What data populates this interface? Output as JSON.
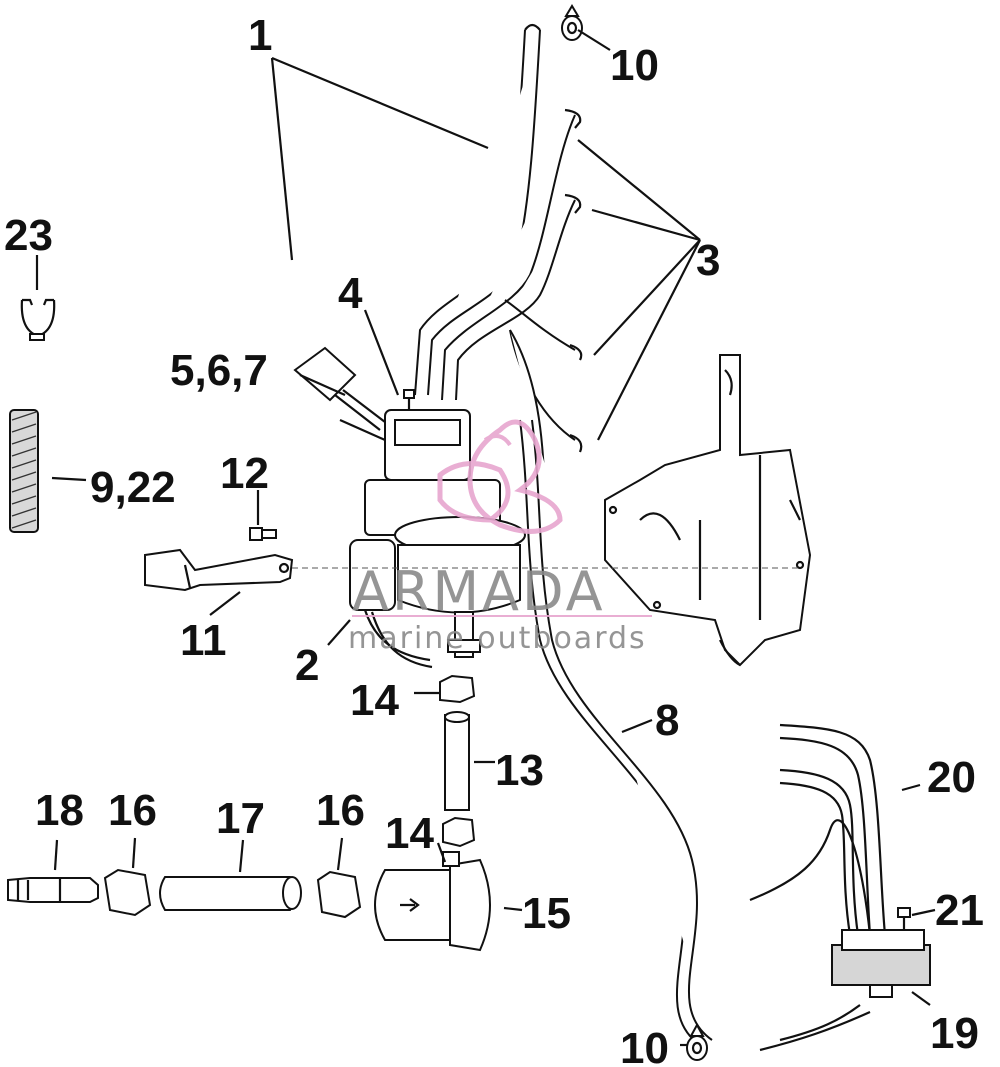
{
  "diagram": {
    "callouts": [
      {
        "id": "c1",
        "label": "1"
      },
      {
        "id": "c2",
        "label": "2"
      },
      {
        "id": "c3",
        "label": "3"
      },
      {
        "id": "c4",
        "label": "4"
      },
      {
        "id": "c567",
        "label": "5,6,7"
      },
      {
        "id": "c8",
        "label": "8"
      },
      {
        "id": "c922",
        "label": "9,22"
      },
      {
        "id": "c10a",
        "label": "10"
      },
      {
        "id": "c10b",
        "label": "10"
      },
      {
        "id": "c11",
        "label": "11"
      },
      {
        "id": "c12",
        "label": "12"
      },
      {
        "id": "c13",
        "label": "13"
      },
      {
        "id": "c14a",
        "label": "14"
      },
      {
        "id": "c14b",
        "label": "14"
      },
      {
        "id": "c15",
        "label": "15"
      },
      {
        "id": "c16a",
        "label": "16"
      },
      {
        "id": "c16b",
        "label": "16"
      },
      {
        "id": "c17",
        "label": "17"
      },
      {
        "id": "c18",
        "label": "18"
      },
      {
        "id": "c19",
        "label": "19"
      },
      {
        "id": "c20",
        "label": "20"
      },
      {
        "id": "c21",
        "label": "21"
      },
      {
        "id": "c23",
        "label": "23"
      }
    ]
  },
  "watermark": {
    "brand": "ARMADA",
    "tagline": "marine outboards",
    "logo_color": "#e7a6cf",
    "text_color": "#8a8a8a"
  }
}
